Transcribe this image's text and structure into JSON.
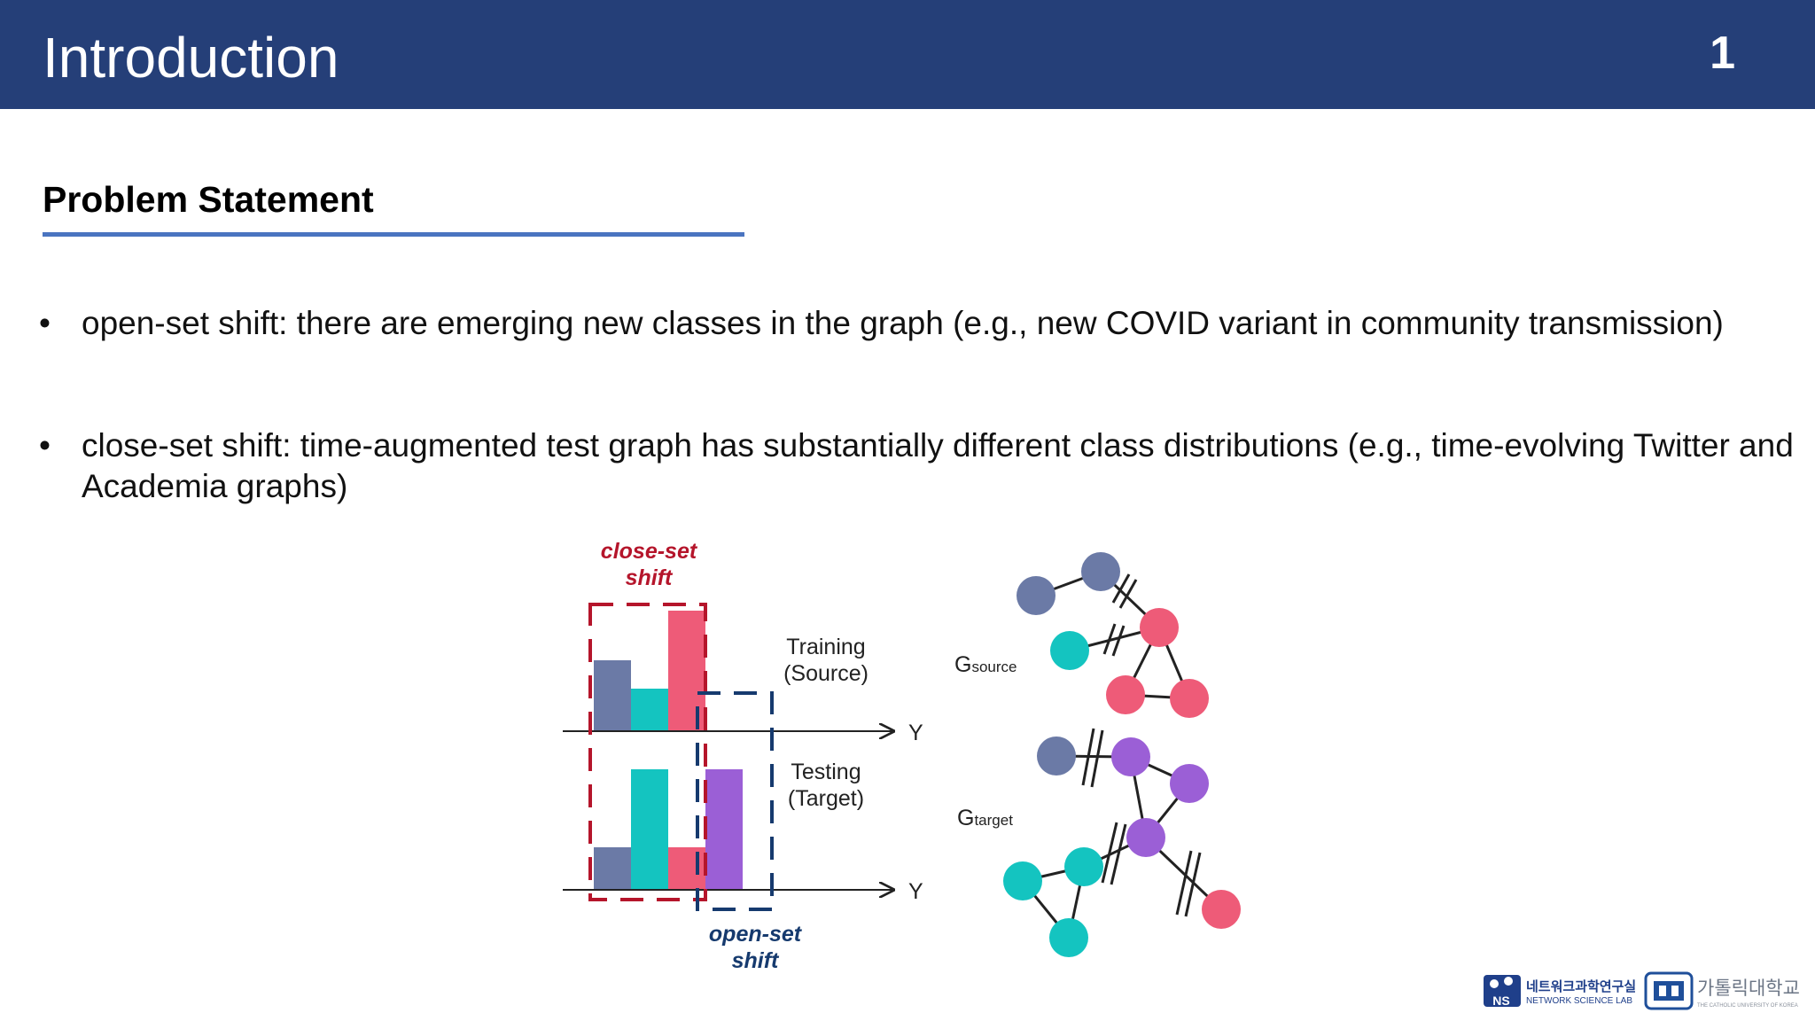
{
  "header": {
    "title": "Introduction",
    "page_number": "1"
  },
  "section": {
    "heading": "Problem Statement"
  },
  "bullets": [
    {
      "marker": "•",
      "text": "open-set shift: there are emerging new classes in the graph (e.g., new COVID variant in community transmission)"
    },
    {
      "marker": "•",
      "text": "close-set shift: time-augmented test graph has substantially different class distributions (e.g., time-evolving Twitter and Academia graphs)"
    }
  ],
  "figure": {
    "close_set_label": [
      "close-set",
      "shift"
    ],
    "open_set_label": [
      "open-set",
      "shift"
    ],
    "training_label": [
      "Training",
      "(Source)"
    ],
    "testing_label": [
      "Testing",
      "(Target)"
    ],
    "axis_label": "Y",
    "g_source": {
      "main": "G",
      "sub": "source"
    },
    "g_target": {
      "main": "G",
      "sub": "target"
    },
    "colors": {
      "slate": "#6b7aa6",
      "teal": "#14c4c0",
      "pink": "#ee5b78",
      "purple": "#9b5fd6",
      "red_dash": "#b5152b",
      "navy_dash": "#163a6e"
    },
    "training_bars": [
      {
        "class": "slate",
        "value": 5
      },
      {
        "class": "teal",
        "value": 3
      },
      {
        "class": "pink",
        "value": 8.5
      }
    ],
    "testing_bars": [
      {
        "class": "slate",
        "value": 3
      },
      {
        "class": "teal",
        "value": 8.5
      },
      {
        "class": "pink",
        "value": 3
      },
      {
        "class": "purple",
        "value": 8.5
      }
    ]
  },
  "logos": {
    "nsl_korean": "네트워크과학연구실",
    "nsl_english": "NETWORK SCIENCE LAB",
    "nsl_badge": "NS",
    "cuk_korean": "가톨릭대학교",
    "cuk_english": "THE CATHOLIC UNIVERSITY OF KOREA"
  }
}
